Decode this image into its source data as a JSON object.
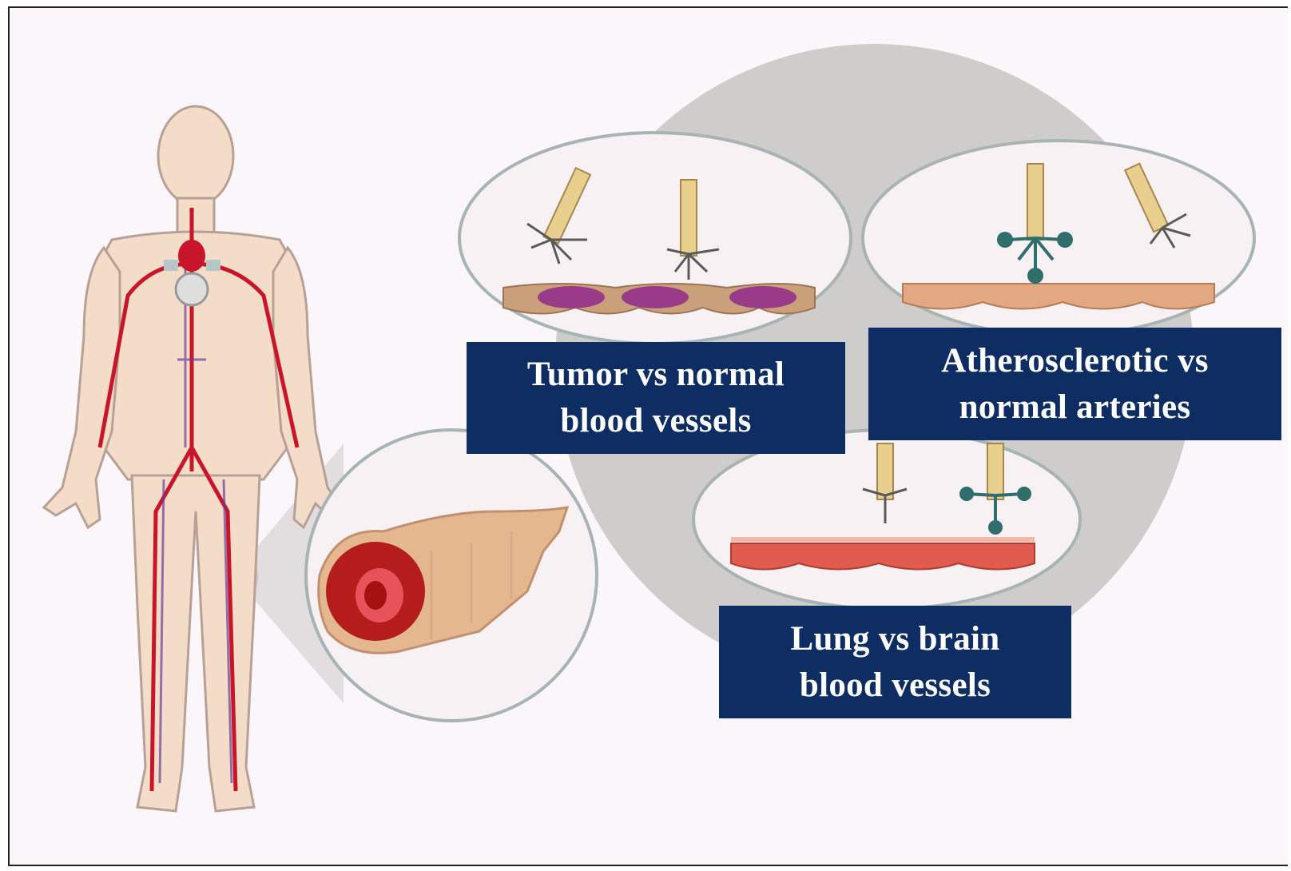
{
  "labels": {
    "tumor": {
      "line1": "Tumor vs normal",
      "line2": "blood vessels"
    },
    "athero": {
      "line1": "Atherosclerotic vs",
      "line2": "normal arteries"
    },
    "lung": {
      "line1": "Lung vs brain",
      "line2": "blood vessels"
    }
  },
  "colors": {
    "label_background": "#0e2d62",
    "label_text": "#ffffff",
    "canvas_background": "#fbf6fa",
    "artery": "#c9152a",
    "vein": "#6a3d9a",
    "skin": "#f3ddc8"
  }
}
